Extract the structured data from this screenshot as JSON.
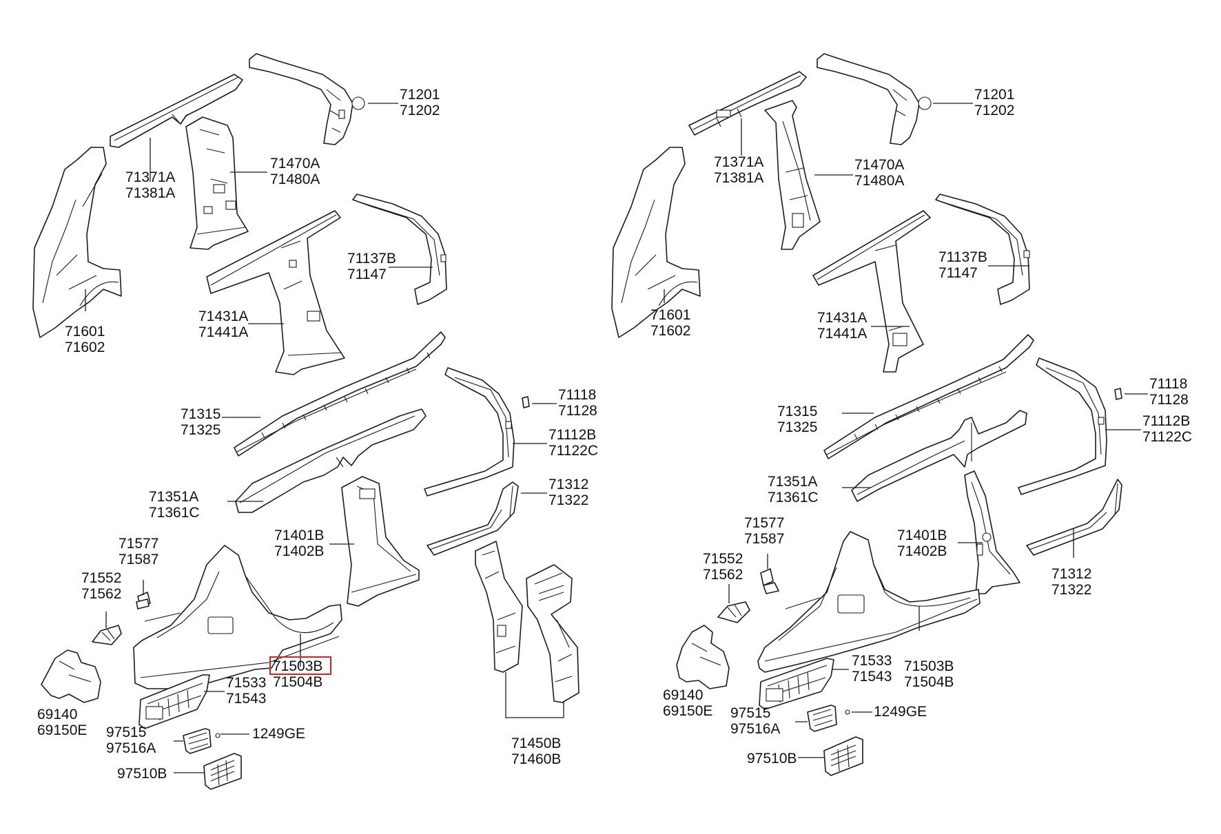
{
  "highlight_color": "#e02020",
  "left": {
    "labels": [
      {
        "id": "l1",
        "lines": [
          "71201",
          "71202"
        ]
      },
      {
        "id": "l2",
        "lines": [
          "71371A",
          "71381A"
        ]
      },
      {
        "id": "l3",
        "lines": [
          "71470A",
          "71480A"
        ]
      },
      {
        "id": "l4",
        "lines": [
          "71137B",
          "71147"
        ]
      },
      {
        "id": "l5",
        "lines": [
          "71601",
          "71602"
        ]
      },
      {
        "id": "l6",
        "lines": [
          "71431A",
          "71441A"
        ]
      },
      {
        "id": "l7",
        "lines": [
          "71118",
          "71128"
        ]
      },
      {
        "id": "l8",
        "lines": [
          "71315",
          "71325"
        ]
      },
      {
        "id": "l9",
        "lines": [
          "71112B",
          "71122C"
        ]
      },
      {
        "id": "l10",
        "lines": [
          "71312",
          "71322"
        ]
      },
      {
        "id": "l11",
        "lines": [
          "71351A",
          "71361C"
        ]
      },
      {
        "id": "l12",
        "lines": [
          "71401B",
          "71402B"
        ]
      },
      {
        "id": "l13",
        "lines": [
          "71577",
          "71587"
        ]
      },
      {
        "id": "l14",
        "lines": [
          "71552",
          "71562"
        ]
      },
      {
        "id": "l15",
        "lines": [
          "71503B",
          "71504B"
        ],
        "highlighted": "71503B"
      },
      {
        "id": "l16",
        "lines": [
          "71533",
          "71543"
        ]
      },
      {
        "id": "l17",
        "lines": [
          "69140",
          "69150E"
        ]
      },
      {
        "id": "l18",
        "lines": [
          "97515",
          "97516A"
        ]
      },
      {
        "id": "l19",
        "lines": [
          "1249GE"
        ]
      },
      {
        "id": "l20",
        "lines": [
          "97510B"
        ]
      },
      {
        "id": "l21",
        "lines": [
          "71450B",
          "71460B"
        ]
      }
    ]
  },
  "right": {
    "labels": [
      {
        "id": "r1",
        "lines": [
          "71201",
          "71202"
        ]
      },
      {
        "id": "r2",
        "lines": [
          "71371A",
          "71381A"
        ]
      },
      {
        "id": "r3",
        "lines": [
          "71470A",
          "71480A"
        ]
      },
      {
        "id": "r4",
        "lines": [
          "71137B",
          "71147"
        ]
      },
      {
        "id": "r5",
        "lines": [
          "71601",
          "71602"
        ]
      },
      {
        "id": "r6",
        "lines": [
          "71431A",
          "71441A"
        ]
      },
      {
        "id": "r7",
        "lines": [
          "71118",
          "71128"
        ]
      },
      {
        "id": "r8",
        "lines": [
          "71315",
          "71325"
        ]
      },
      {
        "id": "r9",
        "lines": [
          "71112B",
          "71122C"
        ]
      },
      {
        "id": "r10",
        "lines": [
          "71351A",
          "71361C"
        ]
      },
      {
        "id": "r11",
        "lines": [
          "71577",
          "71587"
        ]
      },
      {
        "id": "r12",
        "lines": [
          "71401B",
          "71402B"
        ]
      },
      {
        "id": "r13",
        "lines": [
          "71552",
          "71562"
        ]
      },
      {
        "id": "r14",
        "lines": [
          "71312",
          "71322"
        ]
      },
      {
        "id": "r15",
        "lines": [
          "71533",
          "71543"
        ]
      },
      {
        "id": "r16",
        "lines": [
          "71503B",
          "71504B"
        ]
      },
      {
        "id": "r17",
        "lines": [
          "69140",
          "69150E"
        ]
      },
      {
        "id": "r18",
        "lines": [
          "97515",
          "97516A"
        ]
      },
      {
        "id": "r19",
        "lines": [
          "1249GE"
        ]
      },
      {
        "id": "r20",
        "lines": [
          "97510B"
        ]
      }
    ]
  }
}
